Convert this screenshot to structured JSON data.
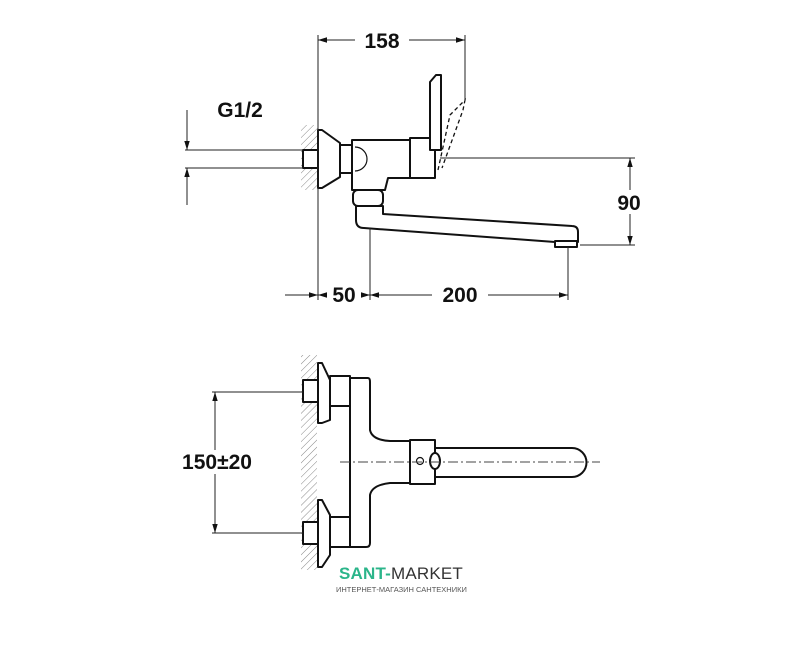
{
  "dimensions": {
    "width_total": "158",
    "thread": "G1/2",
    "height": "90",
    "wall_offset": "50",
    "spout_length": "200",
    "center_distance": "150±20"
  },
  "logo": {
    "brand_part1": "SANT-",
    "brand_part2": "MARKET",
    "tagline": "ИНТЕРНЕТ-МАГАЗИН САНТЕХНИКИ"
  },
  "colors": {
    "brand_green": "#2bb58a",
    "line": "#111111"
  }
}
